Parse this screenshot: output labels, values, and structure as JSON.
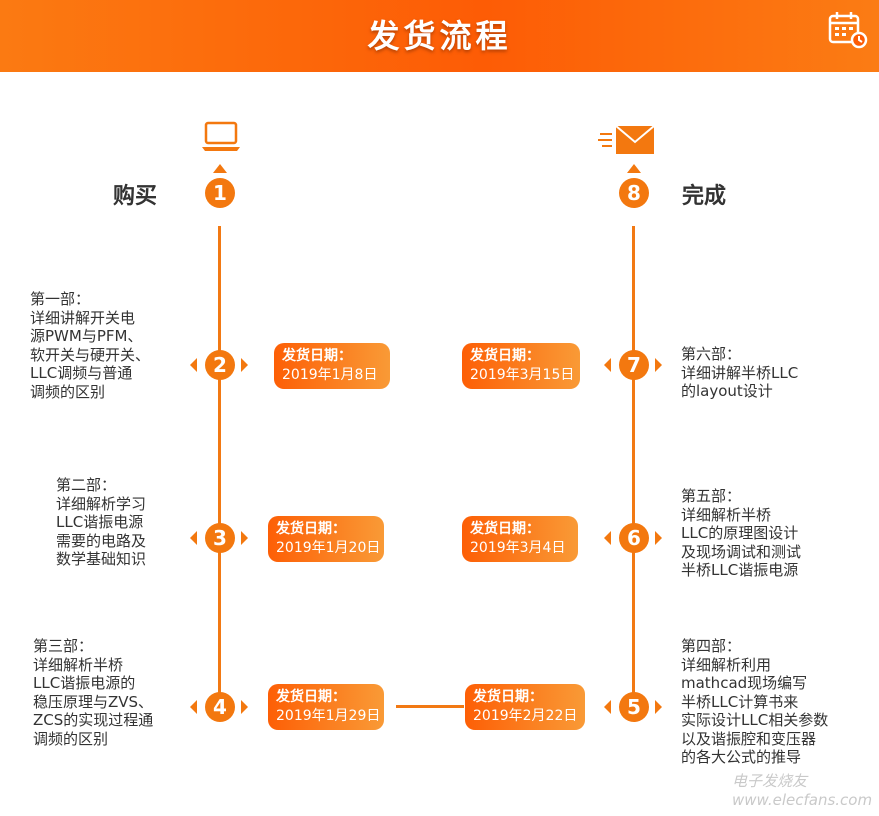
{
  "header": {
    "title": "发货流程",
    "calendar_icon": "calendar-icon"
  },
  "start": {
    "label": "购买",
    "icon": "laptop-icon",
    "number": "1"
  },
  "end": {
    "label": "完成",
    "icon": "envelope-icon",
    "number": "8"
  },
  "steps": [
    {
      "number": "2",
      "part": "第一部：\n详细讲解开关电\n源PWM与PFM、\n软开关与硬开关、\nLLC调频与普通\n调频的区别",
      "date_label": "发货日期：",
      "date": "2019年1月8日"
    },
    {
      "number": "3",
      "part": "第二部：\n详细解析学习\nLLC谐振电源\n需要的电路及\n数学基础知识",
      "date_label": "发货日期：",
      "date": "2019年1月20日"
    },
    {
      "number": "4",
      "part": "第三部：\n详细解析半桥\nLLC谐振电源的\n稳压原理与ZVS、\nZCS的实现过程通\n调频的区别",
      "date_label": "发货日期：",
      "date": "2019年1月29日"
    },
    {
      "number": "5",
      "part": "第四部：\n详细解析利用\nmathcad现场编写\n半桥LLC计算书来\n实际设计LLC相关参数\n以及谐振腔和变压器\n的各大公式的推导",
      "date_label": "发货日期：",
      "date": "2019年2月22日"
    },
    {
      "number": "6",
      "part": "第五部：\n详细解析半桥\nLLC的原理图设计\n及现场调试和测试\n半桥LLC谐振电源",
      "date_label": "发货日期：",
      "date": "2019年3月4日"
    },
    {
      "number": "7",
      "part": "第六部：\n详细讲解半桥LLC\n的layout设计",
      "date_label": "发货日期：",
      "date": "2019年3月15日"
    }
  ],
  "watermark": "电子发烧友 www.elecfans.com",
  "colors": {
    "accent": "#f3780f",
    "header": "#fd5c05",
    "text": "#333333"
  }
}
